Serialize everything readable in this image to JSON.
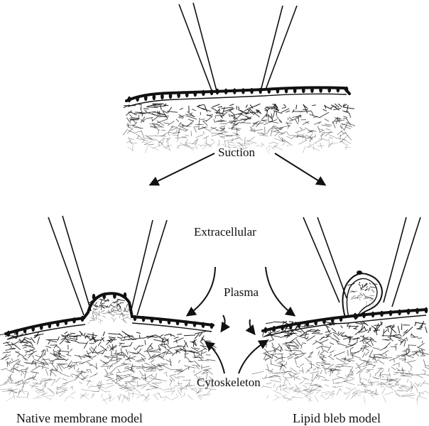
{
  "labels": {
    "suction": "Suction",
    "extracellular": "Extracellular",
    "plasma": "Plasma",
    "cytoskeleton": "Cytoskeleton",
    "native_model": "Native membrane model",
    "bleb_model": "Lipid bleb model"
  },
  "colors": {
    "ink": "#111111",
    "background": "#ffffff"
  }
}
